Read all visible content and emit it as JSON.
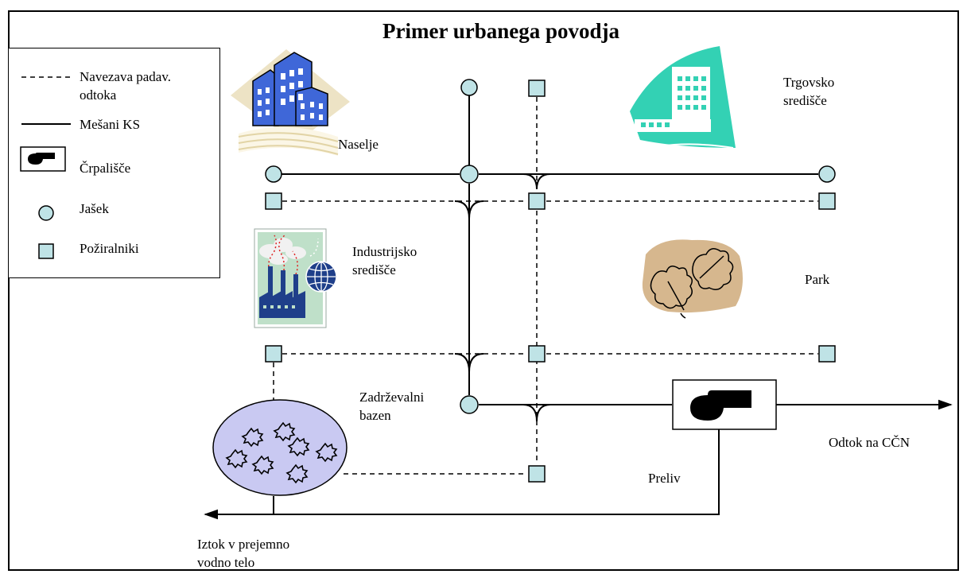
{
  "title": "Primer urbanega povodja",
  "legend": {
    "stormwater": "Navezava padav.\nodtoka",
    "combined": "Mešani KS",
    "pump": "Črpališče",
    "manhole": "Jašek",
    "inlets": "Požiralniki"
  },
  "labels": {
    "settlement": "Naselje",
    "commercial": "Trgovsko\nsredišče",
    "industrial": "Industrijsko\nsredišče",
    "park": "Park",
    "retention": "Zadrževalni\nbazen",
    "outflow_wwtp": "Odtok na CČN",
    "overflow": "Preliv",
    "outflow_receiving": "Iztok v prejemno\nvodno telo"
  },
  "icons": {
    "settlement": "office-buildings-icon",
    "commercial": "shopping-center-icon",
    "industrial": "factory-icon",
    "park": "leaves-icon",
    "retention": "retention-basin-icon",
    "pump": "pump-station-icon"
  },
  "colors": {
    "symbol_fill": "#bfe3e6",
    "basin_fill": "#c9c9f2",
    "building_blue": "#3f67d8",
    "commercial_teal": "#33d1b4",
    "park_tan": "#d6b78e",
    "factory_green": "#bfe0c9"
  }
}
